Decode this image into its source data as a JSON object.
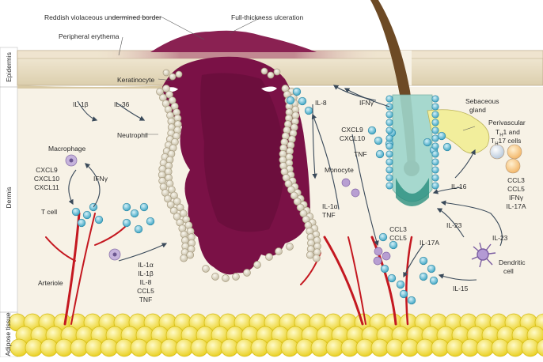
{
  "layers": {
    "epidermis": "Epidermis",
    "dermis": "Dermis",
    "adipose": "Adipose tissue"
  },
  "annotations": {
    "undermined_border": "Reddish violaceous undermined border",
    "ulceration": "Full-thickness ulceration",
    "erythema": "Peripheral erythema",
    "keratinocyte": "Keratinocyte",
    "neutrophil": "Neutrophil",
    "macrophage": "Macrophage",
    "t_cell": "T cell",
    "monocyte": "Monocyte",
    "arteriole": "Arteriole",
    "sebaceous_1": "Sebaceous",
    "sebaceous_2": "gland",
    "perivascular_1": "Perivascular",
    "perivascular_2": "T",
    "perivascular_2_sub": "H",
    "perivascular_2b": "1 and",
    "perivascular_3": "T",
    "perivascular_3_sub": "H",
    "perivascular_3b": "17 cells",
    "dendritic_1": "Dendritic",
    "dendritic_2": "cell"
  },
  "mediators": {
    "il1b_top": "IL-1β",
    "il36": "IL-36",
    "il8_top": "IL-8",
    "ifng_top": "IFNγ",
    "mac_chem": [
      "CXCL9",
      "CXCL10",
      "CXCL11"
    ],
    "ifng_left": "IFNγ",
    "cxcl_mid": [
      "CXCL9",
      "CXCL10"
    ],
    "tnf_mid": "TNF",
    "il1a_tnf": [
      "IL-1α",
      "TNF"
    ],
    "bottom_list": [
      "IL-1α",
      "IL-1β",
      "IL-8",
      "CCL5",
      "TNF"
    ],
    "ccl_mid": [
      "CCL3",
      "CCL5"
    ],
    "il17a": "IL-17A",
    "il16": "IL-16",
    "il23_a": "IL-23",
    "il23_b": "IL-23",
    "il15": "IL-15",
    "th_list": [
      "CCL3",
      "CCL5",
      "IFNγ",
      "IL-17A"
    ]
  },
  "colors": {
    "ulcer": "#7a1146",
    "ulcer_dark": "#5c0a33",
    "epidermis": "#ece2cc",
    "erythema": "#b36a7c",
    "dermis": "#f6f1e4",
    "neutrophil": "#e6dfcd",
    "tcell": "#6fc6dc",
    "macrophage": "#c6b3dc",
    "monocyte": "#b89fd2",
    "fat": "#f4e23a",
    "hair": "#6d4a25",
    "vessel": "#c41820",
    "gland": "#f2ee9c",
    "follicle": "#5fb7a8"
  }
}
